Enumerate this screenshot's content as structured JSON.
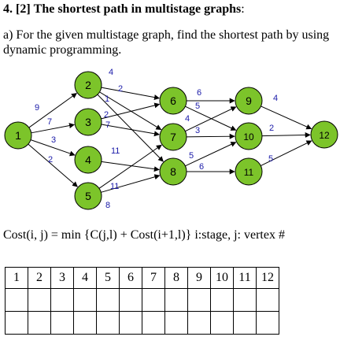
{
  "question": {
    "number": "4. [2]",
    "title": "The shortest path in multistage graphs",
    "colon": ":",
    "part_a": "a) For the given multistage graph, find the shortest path by using dynamic programming."
  },
  "graph": {
    "node_color": "#7cc42a",
    "edge_color": "#000000",
    "weight_color": "#1a1aa8",
    "nodes": [
      "1",
      "2",
      "3",
      "4",
      "5",
      "6",
      "7",
      "8",
      "9",
      "10",
      "11",
      "12"
    ],
    "edges": [
      {
        "from": "1",
        "to": "2",
        "weight": "9"
      },
      {
        "from": "1",
        "to": "3",
        "weight": "7"
      },
      {
        "from": "1",
        "to": "4",
        "weight": "3"
      },
      {
        "from": "1",
        "to": "5",
        "weight": "2"
      },
      {
        "from": "2",
        "to": "6",
        "weight": "4"
      },
      {
        "from": "2",
        "to": "7",
        "weight": "2"
      },
      {
        "from": "2",
        "to": "8",
        "weight": "1"
      },
      {
        "from": "3",
        "to": "6",
        "weight": "2"
      },
      {
        "from": "3",
        "to": "7",
        "weight": "7"
      },
      {
        "from": "4",
        "to": "8",
        "weight": "11"
      },
      {
        "from": "5",
        "to": "7",
        "weight": "11"
      },
      {
        "from": "5",
        "to": "8",
        "weight": "8"
      },
      {
        "from": "6",
        "to": "9",
        "weight": "6"
      },
      {
        "from": "6",
        "to": "10",
        "weight": "5"
      },
      {
        "from": "7",
        "to": "9",
        "weight": "4"
      },
      {
        "from": "7",
        "to": "10",
        "weight": "3"
      },
      {
        "from": "8",
        "to": "10",
        "weight": "5"
      },
      {
        "from": "8",
        "to": "11",
        "weight": "6"
      },
      {
        "from": "9",
        "to": "12",
        "weight": "4"
      },
      {
        "from": "10",
        "to": "12",
        "weight": "2"
      },
      {
        "from": "11",
        "to": "12",
        "weight": "5"
      }
    ]
  },
  "formula": "Cost(i, j) = min {C(j,l) + Cost(i+1,l)} i:stage, j: vertex #",
  "table": {
    "header": [
      "1",
      "2",
      "3",
      "4",
      "5",
      "6",
      "7",
      "8",
      "9",
      "10",
      "11",
      "12"
    ],
    "rows": [
      [
        "",
        "",
        "",
        "",
        "",
        "",
        "",
        "",
        "",
        "",
        "",
        ""
      ],
      [
        "",
        "",
        "",
        "",
        "",
        "",
        "",
        "",
        "",
        "",
        "",
        ""
      ]
    ]
  }
}
